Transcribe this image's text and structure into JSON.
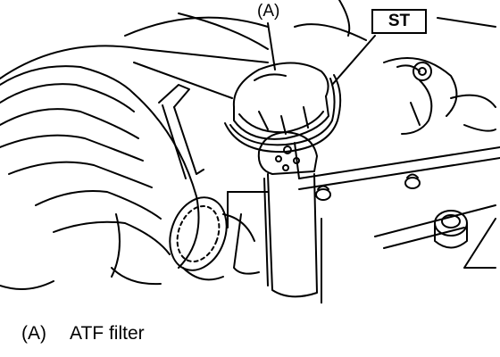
{
  "callouts": {
    "filter_ref": "(A)",
    "tool_ref": "ST"
  },
  "legend": {
    "key": "(A)",
    "text": "ATF filter"
  },
  "colors": {
    "ink": "#000000",
    "paper": "#ffffff"
  }
}
